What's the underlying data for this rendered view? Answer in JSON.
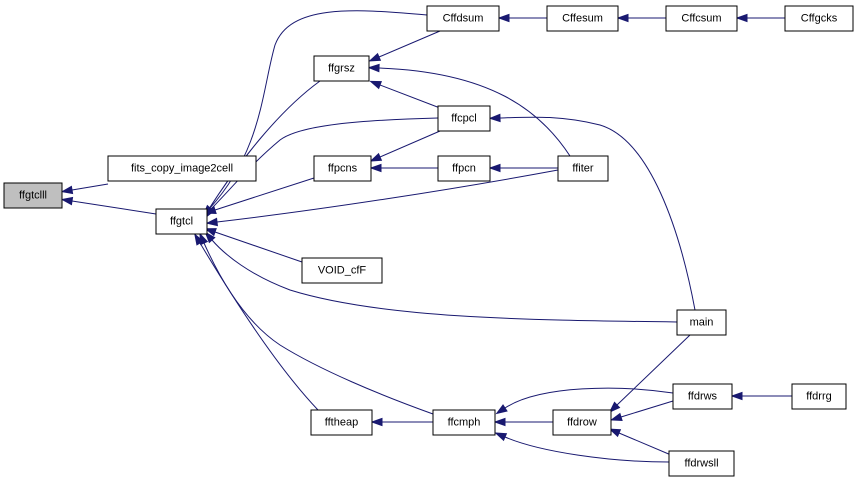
{
  "graph": {
    "nodes": {
      "ffgtclll": "ffgtclll",
      "fits_copy_image2cell": "fits_copy_image2cell",
      "ffgtcl": "ffgtcl",
      "ffgrsz": "ffgrsz",
      "ffpcns": "ffpcns",
      "void_cff": "VOID_cfF",
      "fftheap": "fftheap",
      "cffdsum": "Cffdsum",
      "cffesum": "Cffesum",
      "cffcsum": "Cffcsum",
      "cffgcks": "Cffgcks",
      "ffcpcl": "ffcpcl",
      "ffpcn": "ffpcn",
      "ffiter": "ffiter",
      "main": "main",
      "ffcmph": "ffcmph",
      "ffdrow": "ffdrow",
      "ffdrws": "ffdrws",
      "ffdrwsll": "ffdrwsll",
      "ffdrrg": "ffdrrg"
    },
    "root": "ffgtclll",
    "edges": [
      [
        "fits_copy_image2cell",
        "ffgtclll"
      ],
      [
        "ffgtcl",
        "ffgtclll"
      ],
      [
        "ffgrsz",
        "ffgtcl"
      ],
      [
        "cffdsum",
        "ffgtcl"
      ],
      [
        "ffcpcl",
        "ffgtcl"
      ],
      [
        "ffpcns",
        "ffgtcl"
      ],
      [
        "ffiter",
        "ffgtcl"
      ],
      [
        "void_cff",
        "ffgtcl"
      ],
      [
        "main",
        "ffgtcl"
      ],
      [
        "fftheap",
        "ffgtcl"
      ],
      [
        "ffcmph",
        "ffgtcl"
      ],
      [
        "cffdsum",
        "ffgrsz"
      ],
      [
        "ffcpcl",
        "ffgrsz"
      ],
      [
        "ffiter",
        "ffgrsz"
      ],
      [
        "ffcpcl",
        "ffpcns"
      ],
      [
        "ffpcn",
        "ffpcns"
      ],
      [
        "ffiter",
        "ffpcn"
      ],
      [
        "main",
        "ffcpcl"
      ],
      [
        "cffesum",
        "cffdsum"
      ],
      [
        "cffcsum",
        "cffesum"
      ],
      [
        "cffgcks",
        "cffcsum"
      ],
      [
        "ffcmph",
        "fftheap"
      ],
      [
        "ffdrow",
        "ffcmph"
      ],
      [
        "ffdrws",
        "ffcmph"
      ],
      [
        "ffdrwsll",
        "ffcmph"
      ],
      [
        "main",
        "ffdrow"
      ],
      [
        "ffdrws",
        "ffdrow"
      ],
      [
        "ffdrwsll",
        "ffdrow"
      ],
      [
        "ffdrrg",
        "ffdrws"
      ]
    ]
  }
}
